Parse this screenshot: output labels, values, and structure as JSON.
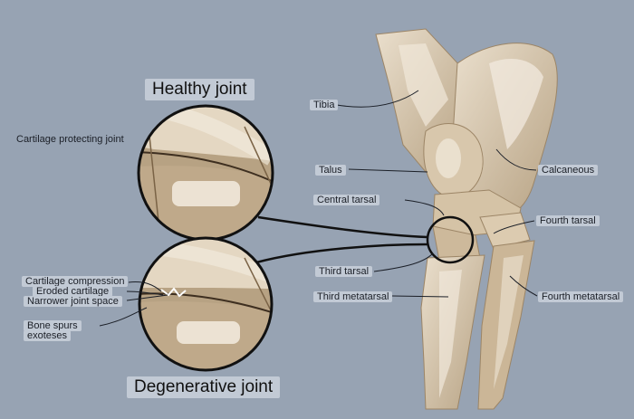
{
  "titles": {
    "healthy": "Healthy joint",
    "degenerative": "Degenerative joint"
  },
  "labels": {
    "cartilage_protecting": "Cartilage protecting joint",
    "cartilage_compression": "Cartilage compression",
    "eroded_cartilage": "Eroded cartilage",
    "narrower_joint_space": "Narrower joint space",
    "bone_spurs": "Bone spurs",
    "exoteses": "exoteses",
    "tibia": "Tibia",
    "talus": "Talus",
    "central_tarsal": "Central tarsal",
    "third_tarsal": "Third tarsal",
    "third_metatarsal": "Third metatarsal",
    "calcaneous": "Calcaneous",
    "fourth_tarsal": "Fourth tarsal",
    "fourth_metatarsal": "Fourth metatarsal"
  },
  "colors": {
    "background": "#97a3b3",
    "bone_light": "#e6dac8",
    "bone_mid": "#c9b79c",
    "bone_dark": "#a58d6d",
    "outline": "#111111"
  }
}
